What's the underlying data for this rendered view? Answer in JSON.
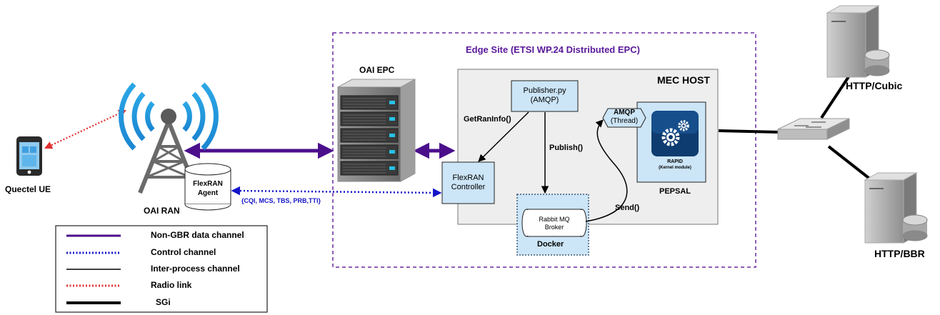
{
  "edge_site": {
    "title": "Edge Site (ETSI WP.24 Distributed EPC)"
  },
  "mec_host": {
    "title": "MEC HOST"
  },
  "oai_epc": {
    "label": "OAI EPC"
  },
  "oai_ran": {
    "label": "OAI RAN"
  },
  "ue": {
    "label": "Quectel UE"
  },
  "flexran_agent": {
    "line1": "FlexRAN",
    "line2": "Agent"
  },
  "flexran_controller": {
    "line1": "FlexRAN",
    "line2": "Controller"
  },
  "publisher": {
    "line1": "Publisher.py",
    "line2": "(AMQP)"
  },
  "amqp_thread": {
    "line1": "AMQP",
    "line2": "(Thread)"
  },
  "rapid": {
    "line1": "RAPID",
    "line2": "(Kernel module)"
  },
  "pepsal": {
    "label": "PEPSAL"
  },
  "rabbitmq": {
    "line1": "Rabbit MQ",
    "line2": "Broker"
  },
  "docker": {
    "label": "Docker"
  },
  "edges": {
    "getraninfo": "GetRanInfo()",
    "publish": "Publish()",
    "send": "Send()",
    "control_params": "{CQI, MCS, TBS, PRB,TTI}"
  },
  "servers": {
    "cubic": "HTTP/Cubic",
    "bbr": "HTTP/BBR"
  },
  "legend": {
    "items": [
      {
        "label": "Non-GBR data channel",
        "color": "#4b0f8c",
        "style": "solid-thick"
      },
      {
        "label": "Control channel",
        "color": "#1414c8",
        "style": "dotted"
      },
      {
        "label": "Inter-process channel",
        "color": "#000000",
        "style": "solid-thin"
      },
      {
        "label": "Radio link",
        "color": "#e03030",
        "style": "dotted"
      },
      {
        "label": "SGi",
        "color": "#000000",
        "style": "solid-heavy"
      }
    ]
  },
  "colors": {
    "purple": "#4b0f8c",
    "edge_title": "#5a189a",
    "control_blue": "#1414c8",
    "radio_red": "#e03030",
    "box_fill": "#cce5f7",
    "mec_fill": "#eeeeee"
  }
}
